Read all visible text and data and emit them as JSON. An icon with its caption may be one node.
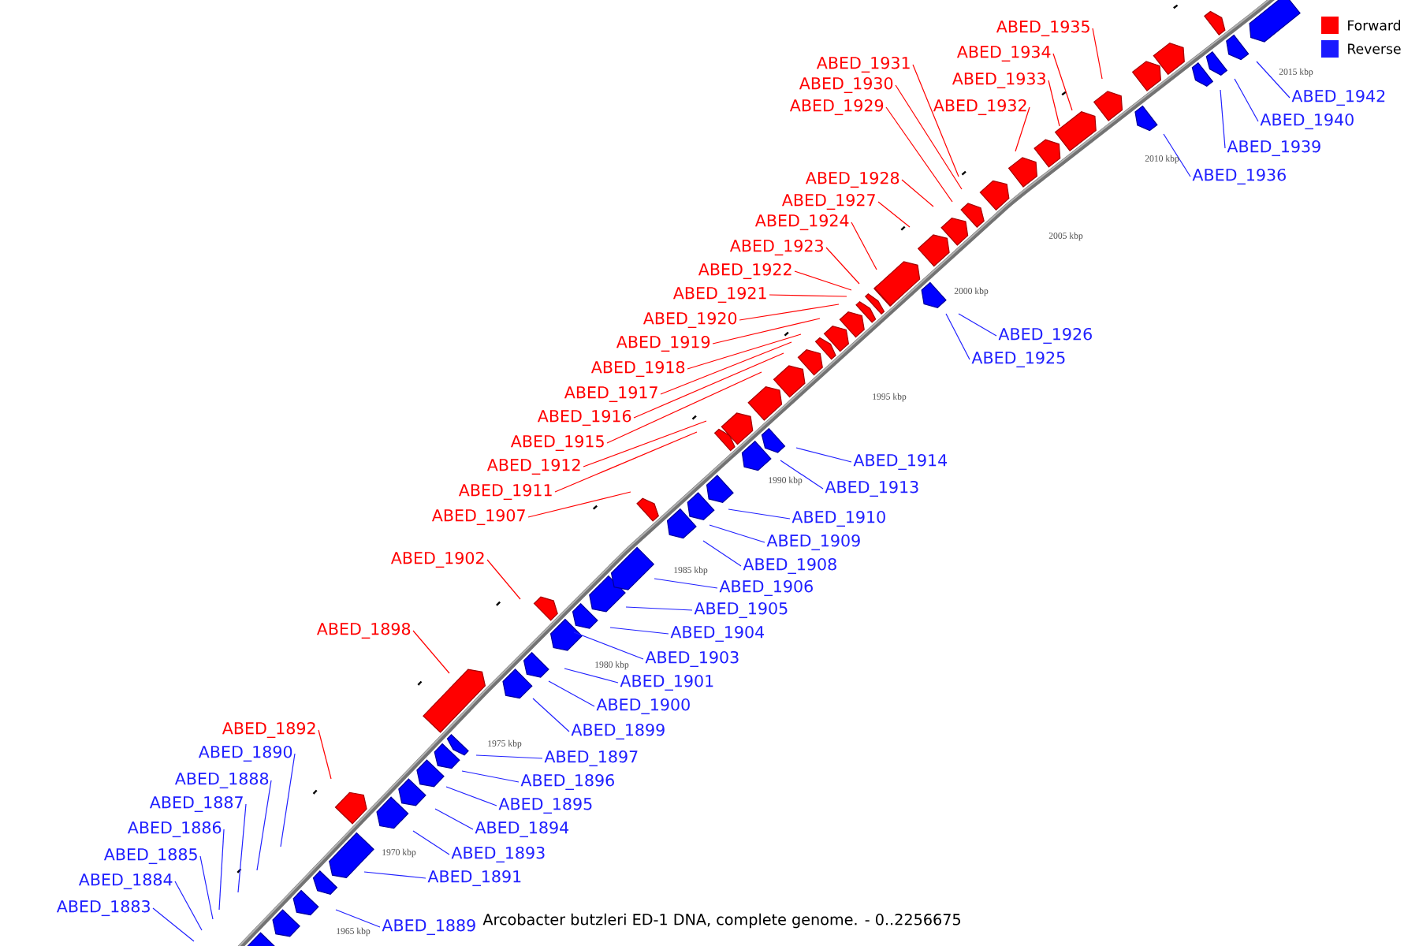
{
  "diagram": {
    "caption": "Arcobacter butzleri ED-1 DNA, complete genome. - 0..2256675",
    "nodes": [
      {
        "text": [
          "ABED_1883"
        ]
      },
      {
        "text": [
          "ABED_1884"
        ]
      },
      {
        "text": [
          "ABED_1885"
        ]
      },
      {
        "text": [
          "ABED_1886"
        ]
      },
      {
        "text": [
          "ABED_1887"
        ]
      },
      {
        "text": [
          "ABED_1888"
        ]
      },
      {
        "text": [
          "ABED_1889"
        ]
      },
      {
        "text": [
          "ABED_1890"
        ]
      },
      {
        "text": [
          "ABED_1891"
        ]
      },
      {
        "text": [
          "ABED_1892"
        ]
      },
      {
        "text": [
          "ABED_1893"
        ]
      },
      {
        "text": [
          "ABED_1894"
        ]
      },
      {
        "text": [
          "ABED_1895"
        ]
      },
      {
        "text": [
          "ABED_1896"
        ]
      },
      {
        "text": [
          "ABED_1897"
        ]
      },
      {
        "text": [
          "ABED_1898"
        ]
      },
      {
        "text": [
          "ABED_1899"
        ]
      },
      {
        "text": [
          "ABED_1900"
        ]
      },
      {
        "text": [
          "ABED_1901"
        ]
      },
      {
        "text": [
          "ABED_1902"
        ]
      },
      {
        "text": [
          "ABED_1903"
        ]
      },
      {
        "text": [
          "ABED_1904"
        ]
      },
      {
        "text": [
          "ABED_1905"
        ]
      },
      {
        "text": [
          "ABED_1906"
        ]
      },
      {
        "text": [
          "ABED_1907"
        ]
      },
      {
        "text": [
          "ABED_1908"
        ]
      },
      {
        "text": [
          "ABED_1909"
        ]
      },
      {
        "text": [
          "ABED_1910"
        ]
      },
      {
        "text": [
          "ABED_1911"
        ]
      },
      {
        "text": [
          "ABED_1912"
        ]
      },
      {
        "text": [
          "ABED_1913"
        ]
      },
      {
        "text": [
          "ABED_1914"
        ]
      },
      {
        "text": [
          "ABED_1915"
        ]
      },
      {
        "text": [
          "ABED_1916"
        ]
      },
      {
        "text": [
          "ABED_1917"
        ]
      },
      {
        "text": [
          "ABED_1918"
        ]
      },
      {
        "text": [
          "ABED_1919"
        ]
      },
      {
        "text": [
          "ABED_1920"
        ]
      },
      {
        "text": [
          "ABED_1921"
        ]
      },
      {
        "text": [
          "ABED_1922"
        ]
      },
      {
        "text": [
          "ABED_1923"
        ]
      },
      {
        "text": [
          "ABED_1924"
        ]
      },
      {
        "text": [
          "ABED_1925"
        ]
      },
      {
        "text": [
          "ABED_1926"
        ]
      },
      {
        "text": [
          "ABED_1927"
        ]
      },
      {
        "text": [
          "ABED_1928"
        ]
      },
      {
        "text": [
          "ABED_1929"
        ]
      },
      {
        "text": [
          "ABED_1930"
        ]
      },
      {
        "text": [
          "ABED_1931"
        ]
      },
      {
        "text": [
          "ABED_1932"
        ]
      },
      {
        "text": [
          "ABED_1933"
        ]
      },
      {
        "text": [
          "ABED_1934"
        ]
      },
      {
        "text": [
          "ABED_1935"
        ]
      },
      {
        "text": [
          "ABED_1936"
        ]
      },
      {
        "text": [
          "ABED_1939"
        ]
      },
      {
        "text": [
          "ABED_1940"
        ]
      },
      {
        "text": [
          "ABED_1942"
        ]
      }
    ],
    "edges": [
      {
        "from": 0,
        "to": null,
        "arrow": "none"
      },
      {
        "from": 1,
        "to": null,
        "arrow": "none"
      },
      {
        "from": 2,
        "to": null,
        "arrow": "none"
      },
      {
        "from": 3,
        "to": null,
        "arrow": "none"
      },
      {
        "from": 4,
        "to": null,
        "arrow": "none"
      },
      {
        "from": 5,
        "to": null,
        "arrow": "none"
      },
      {
        "from": 6,
        "to": null,
        "arrow": "none"
      },
      {
        "from": 7,
        "to": null,
        "arrow": "none"
      },
      {
        "from": 8,
        "to": null,
        "arrow": "none"
      },
      {
        "from": 9,
        "to": null,
        "arrow": "none",
        "color": "#ff0000"
      },
      {
        "from": 10,
        "to": null,
        "arrow": "none"
      },
      {
        "from": 11,
        "to": null,
        "arrow": "none"
      },
      {
        "from": 12,
        "to": null,
        "arrow": "none"
      },
      {
        "from": 13,
        "to": null,
        "arrow": "none"
      },
      {
        "from": 14,
        "to": null,
        "arrow": "none"
      },
      {
        "from": 15,
        "to": null,
        "arrow": "none",
        "color": "#ff0000"
      },
      {
        "from": 16,
        "to": null,
        "arrow": "none"
      },
      {
        "from": 17,
        "to": null,
        "arrow": "none"
      },
      {
        "from": 18,
        "to": null,
        "arrow": "none"
      },
      {
        "from": 19,
        "to": null,
        "arrow": "none",
        "color": "#ff0000"
      },
      {
        "from": 20,
        "to": null,
        "arrow": "none"
      },
      {
        "from": 21,
        "to": null,
        "arrow": "none"
      },
      {
        "from": 22,
        "to": null,
        "arrow": "none"
      },
      {
        "from": 23,
        "to": null,
        "arrow": "none"
      },
      {
        "from": 24,
        "to": null,
        "arrow": "none",
        "color": "#ff0000"
      },
      {
        "from": 25,
        "to": null,
        "arrow": "none"
      },
      {
        "from": 26,
        "to": null,
        "arrow": "none"
      },
      {
        "from": 27,
        "to": null,
        "arrow": "none"
      },
      {
        "from": 28,
        "to": null,
        "arrow": "none",
        "color": "#ff0000"
      },
      {
        "from": 29,
        "to": null,
        "arrow": "none",
        "color": "#ff0000"
      },
      {
        "from": 30,
        "to": null,
        "arrow": "none"
      },
      {
        "from": 31,
        "to": null,
        "arrow": "none"
      },
      {
        "from": 32,
        "to": null,
        "arrow": "none",
        "color": "#ff0000"
      },
      {
        "from": 33,
        "to": null,
        "arrow": "none",
        "color": "#ff0000"
      },
      {
        "from": 34,
        "to": null,
        "arrow": "none",
        "color": "#ff0000"
      },
      {
        "from": 35,
        "to": null,
        "arrow": "none",
        "color": "#ff0000"
      },
      {
        "from": 36,
        "to": null,
        "arrow": "none",
        "color": "#ff0000"
      },
      {
        "from": 37,
        "to": null,
        "arrow": "none",
        "color": "#ff0000"
      },
      {
        "from": 38,
        "to": null,
        "arrow": "none",
        "color": "#ff0000"
      },
      {
        "from": 39,
        "to": null,
        "arrow": "none",
        "color": "#ff0000"
      },
      {
        "from": 40,
        "to": null,
        "arrow": "none",
        "color": "#ff0000"
      },
      {
        "from": 41,
        "to": null,
        "arrow": "none",
        "color": "#ff0000"
      },
      {
        "from": 42,
        "to": null,
        "arrow": "none"
      },
      {
        "from": 43,
        "to": null,
        "arrow": "none"
      },
      {
        "from": 44,
        "to": null,
        "arrow": "none",
        "color": "#ff0000"
      },
      {
        "from": 45,
        "to": null,
        "arrow": "none",
        "color": "#ff0000"
      },
      {
        "from": 46,
        "to": null,
        "arrow": "none",
        "color": "#ff0000"
      },
      {
        "from": 47,
        "to": null,
        "arrow": "none",
        "color": "#ff0000"
      },
      {
        "from": 48,
        "to": null,
        "arrow": "none",
        "color": "#ff0000"
      },
      {
        "from": 49,
        "to": null,
        "arrow": "none",
        "color": "#ff0000"
      },
      {
        "from": 50,
        "to": null,
        "arrow": "none",
        "color": "#ff0000"
      },
      {
        "from": 51,
        "to": null,
        "arrow": "none",
        "color": "#ff0000"
      },
      {
        "from": 52,
        "to": null,
        "arrow": "none",
        "color": "#ff0000"
      },
      {
        "from": 53,
        "to": null,
        "arrow": "none"
      },
      {
        "from": 54,
        "to": null,
        "arrow": "none"
      },
      {
        "from": 55,
        "to": null,
        "arrow": "none"
      },
      {
        "from": 56,
        "to": null,
        "arrow": "none"
      }
    ],
    "labels": [
      "2015 kbp",
      "2010 kbp",
      "2005 kbp",
      "2000 kbp",
      "1995 kbp",
      "1990 kbp",
      "1985 kbp",
      "1980 kbp",
      "1975 kbp",
      "1970 kbp",
      "1965 kbp"
    ],
    "legend": [
      {
        "text": "Forward",
        "color": "#ff0000"
      },
      {
        "text": "Reverse",
        "color": "#1a1aff"
      }
    ]
  }
}
